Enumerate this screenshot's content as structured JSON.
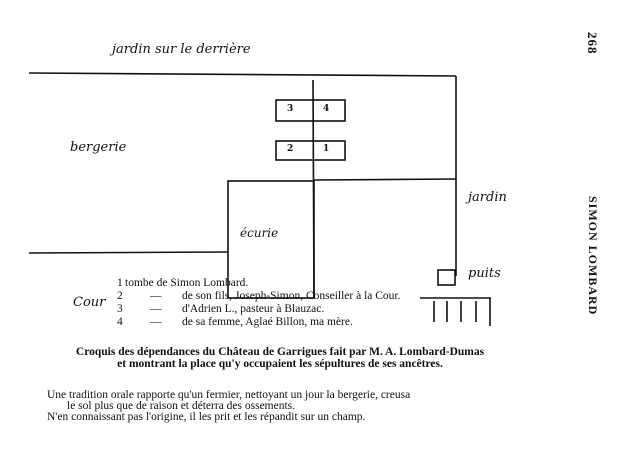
{
  "page_number": "268",
  "running_head": "SIMON LOMBARD",
  "plan": {
    "labels": {
      "garden_back": "jardin sur le derrière",
      "sheepfold": "bergerie",
      "garden": "jardin",
      "stable": "écurie",
      "well": "puits",
      "courtyard": "Cour"
    },
    "tombs": [
      "3",
      "4",
      "2",
      "1"
    ]
  },
  "legend": [
    {
      "num": "1",
      "dash": "",
      "text": "tombe de Simon Lombard."
    },
    {
      "num": "2",
      "dash": "—",
      "text": "de son fils, Joseph-Simon, Conseiller à la Cour."
    },
    {
      "num": "3",
      "dash": "—",
      "text": "d'Adrien L., pasteur à Blauzac."
    },
    {
      "num": "4",
      "dash": "—",
      "text": "de sa femme, Aglaé Billon, ma mère."
    }
  ],
  "caption": [
    "Croquis des dépendances du Château de Garrigues fait par M. A. Lombard-Dumas",
    "et montrant la place qu'y occupaient les sépultures de ses ancêtres."
  ],
  "note": [
    "Une tradition orale rapporte qu'un fermier, nettoyant un jour la bergerie, creusa",
    "le sol plus que de raison et déterra des ossements.",
    "N'en connaissant pas l'origine, il les prit et les répandit sur un champ."
  ]
}
